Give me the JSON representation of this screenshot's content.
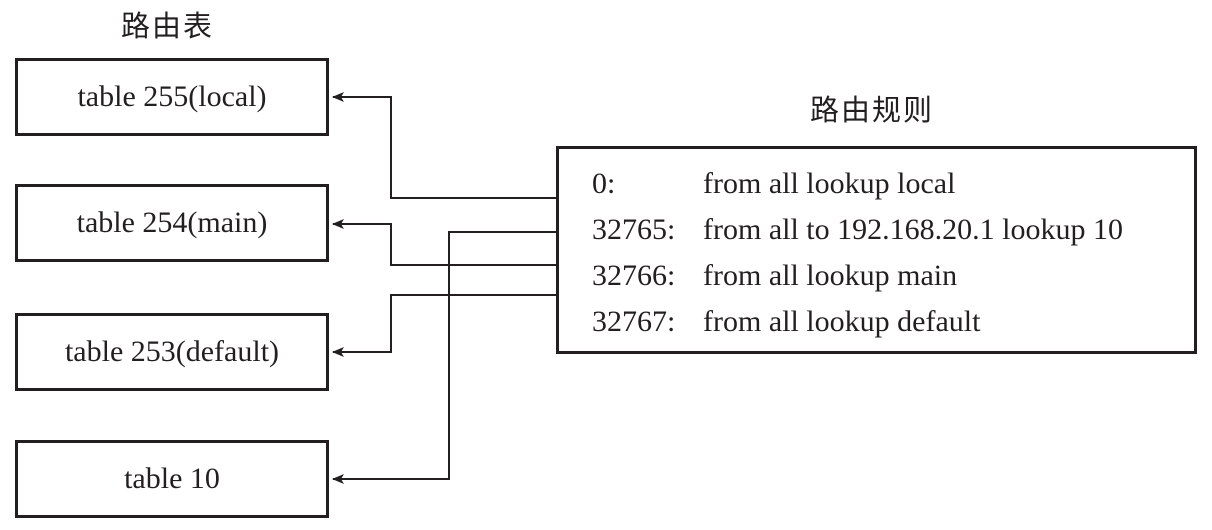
{
  "tables_title": "路由表",
  "rules_title": "路由规则",
  "tables": [
    "table 255(local)",
    "table 254(main)",
    "table 253(default)",
    "table 10"
  ],
  "rules": [
    {
      "pref": "0:",
      "selector": "from all lookup local",
      "target_table": 0
    },
    {
      "pref": "32765:",
      "selector": "from all to 192.168.20.1 lookup 10",
      "target_table": 3
    },
    {
      "pref": "32766:",
      "selector": "from all lookup main",
      "target_table": 1
    },
    {
      "pref": "32767:",
      "selector": "from all lookup default",
      "target_table": 2
    }
  ],
  "colors": {
    "ink": "#231f20",
    "background": "#ffffff"
  }
}
